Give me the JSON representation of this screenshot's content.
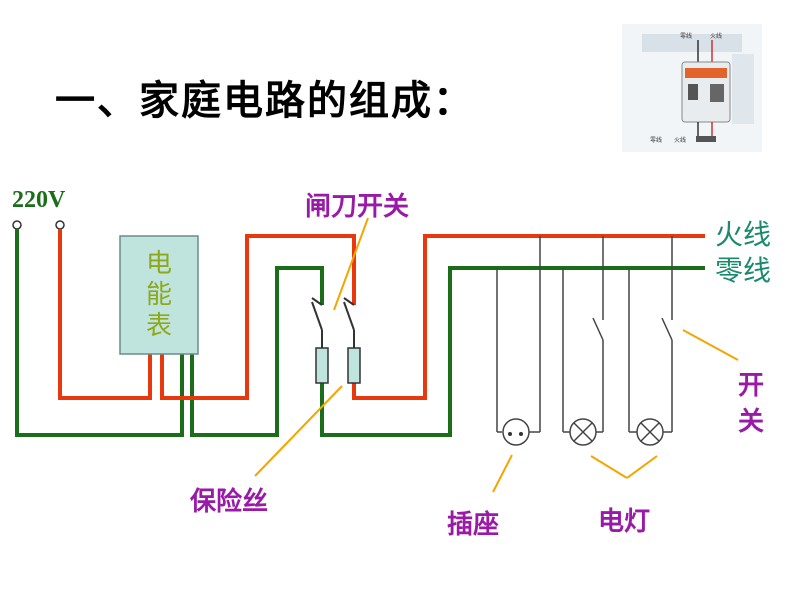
{
  "title": "一、家庭电路的组成：",
  "labels": {
    "voltage": "220V",
    "knife_switch": "闸刀开关",
    "live_wire": "火线",
    "neutral_wire": "零线",
    "meter_line1": "电",
    "meter_line2": "能",
    "meter_line3": "表",
    "switch_line1": "开",
    "switch_line2": "关",
    "fuse": "保险丝",
    "socket": "插座",
    "lamp": "电灯"
  },
  "photo": {
    "top_left": "零线",
    "top_right": "火线",
    "bottom_left": "零线",
    "bottom_right": "火线"
  },
  "colors": {
    "live": "#e8380d",
    "neutral": "#1a6e1a",
    "pointer": "#f5a500",
    "label_purple": "#9a1aa8",
    "label_teal": "#1a8a6e",
    "meter_fill": "#bfe4de"
  }
}
